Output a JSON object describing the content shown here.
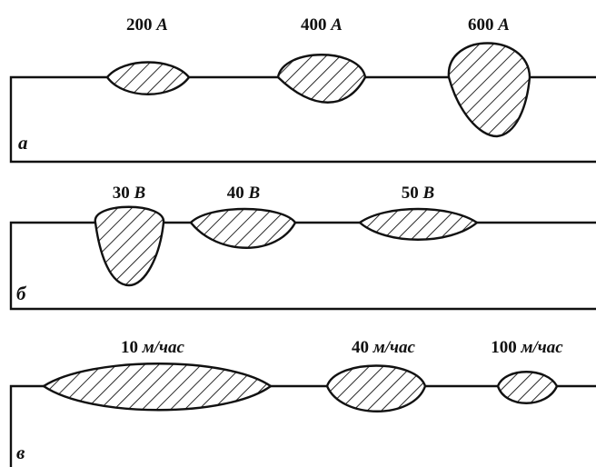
{
  "panels": [
    {
      "letter": "а",
      "labels": [
        {
          "num": "200",
          "unit": "А"
        },
        {
          "num": "400",
          "unit": "А"
        },
        {
          "num": "600",
          "unit": "А"
        }
      ]
    },
    {
      "letter": "б",
      "labels": [
        {
          "num": "30",
          "unit": "В"
        },
        {
          "num": "40",
          "unit": "В"
        },
        {
          "num": "50",
          "unit": "В"
        }
      ]
    },
    {
      "letter": "в",
      "labels": [
        {
          "num": "10",
          "unit": "м/час"
        },
        {
          "num": "40",
          "unit": "м/час"
        },
        {
          "num": "100",
          "unit": "м/час"
        }
      ]
    }
  ],
  "colors": {
    "ink": "#111111",
    "background": "#ffffff"
  }
}
